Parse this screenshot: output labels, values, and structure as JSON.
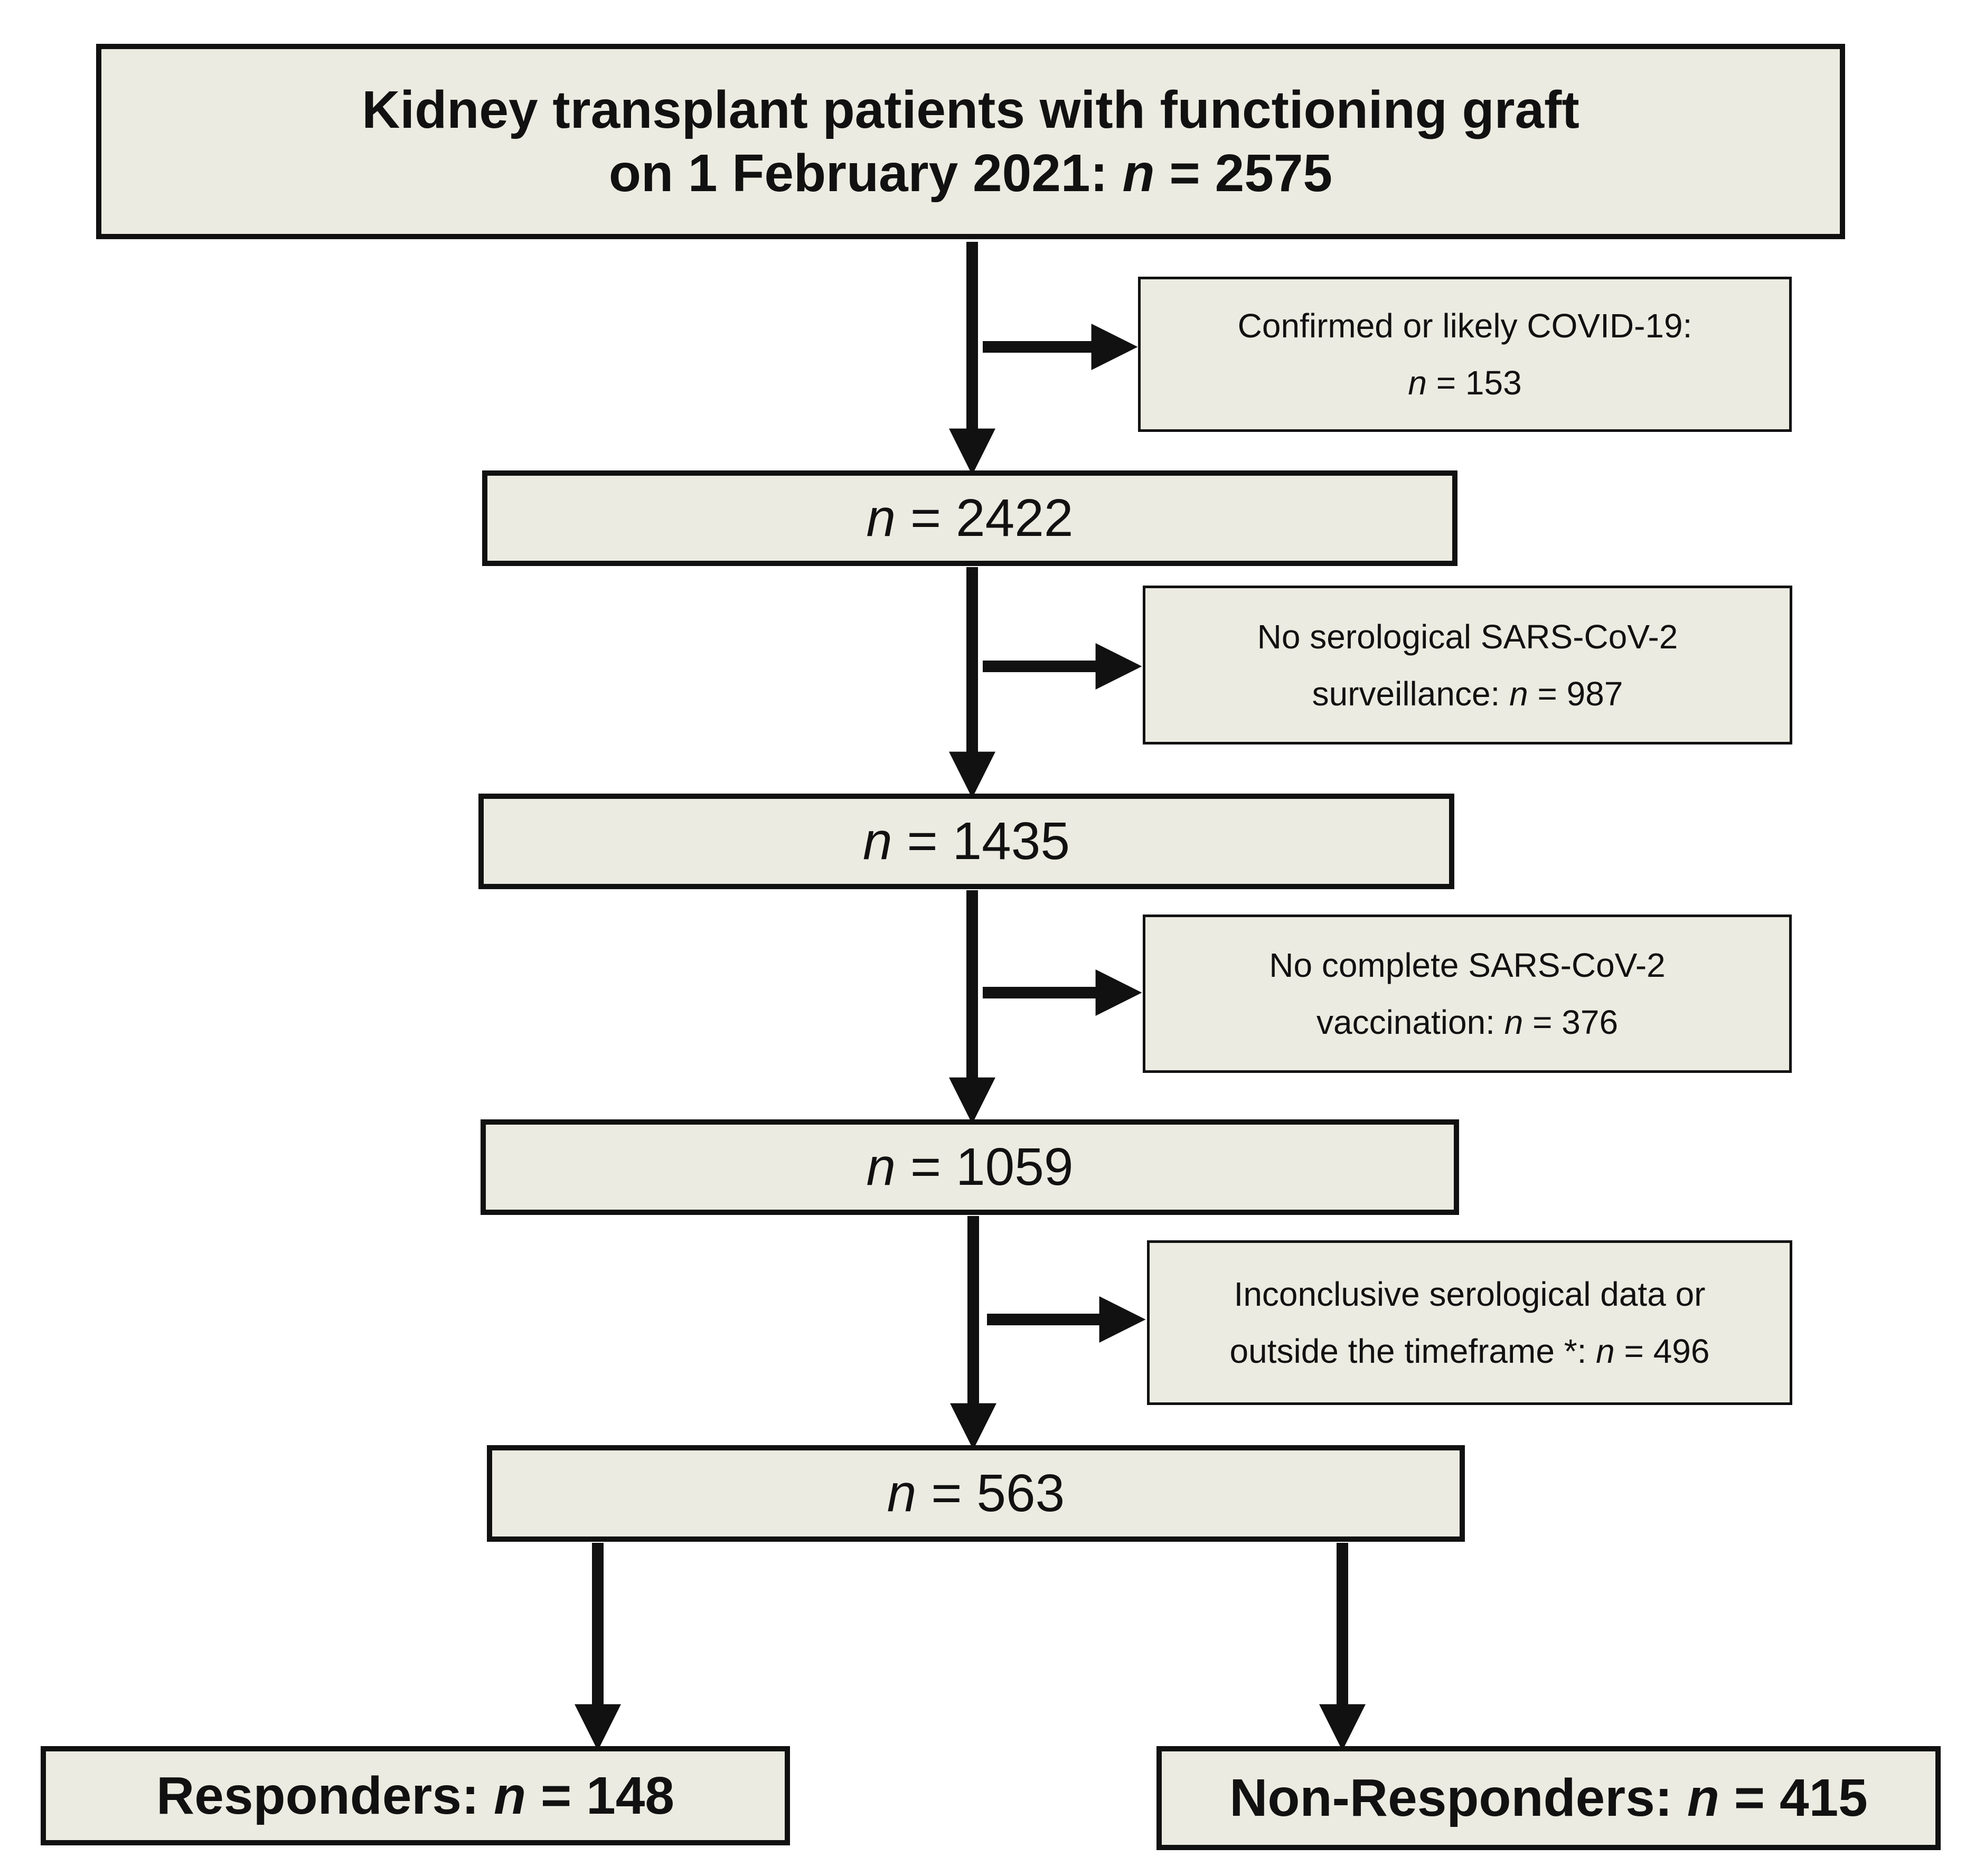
{
  "top": {
    "line1": "Kidney transplant patients with functioning graft",
    "line2_prefix": "on 1 February 2021: ",
    "n_symbol": "n",
    "line2_suffix": " = 2575"
  },
  "steps": [
    {
      "n_symbol": "n",
      "value": " = 2422"
    },
    {
      "n_symbol": "n",
      "value": " = 1435"
    },
    {
      "n_symbol": "n",
      "value": " = 1059"
    },
    {
      "n_symbol": "n",
      "value": " = 563"
    }
  ],
  "exclusions": [
    {
      "line1": "Confirmed or likely COVID-19:",
      "line2_prefix": "",
      "n_symbol": "n",
      "line2_suffix": " = 153"
    },
    {
      "line1": "No serological SARS-CoV-2",
      "line2_prefix": "surveillance: ",
      "n_symbol": "n",
      "line2_suffix": " = 987"
    },
    {
      "line1": "No complete SARS-CoV-2",
      "line2_prefix": "vaccination: ",
      "n_symbol": "n",
      "line2_suffix": " = 376"
    },
    {
      "line1": "Inconclusive serological data or",
      "line2_prefix": "outside the timeframe *: ",
      "n_symbol": "n",
      "line2_suffix": " = 496"
    }
  ],
  "outcomes": {
    "responders": {
      "label": "Responders: ",
      "n_symbol": "n",
      "value": " = 148"
    },
    "non_responders": {
      "label": "Non-Responders: ",
      "n_symbol": "n",
      "value": " = 415"
    }
  },
  "colors": {
    "box_fill": "#ecebe1",
    "stroke": "#111111",
    "background": "#ffffff"
  }
}
